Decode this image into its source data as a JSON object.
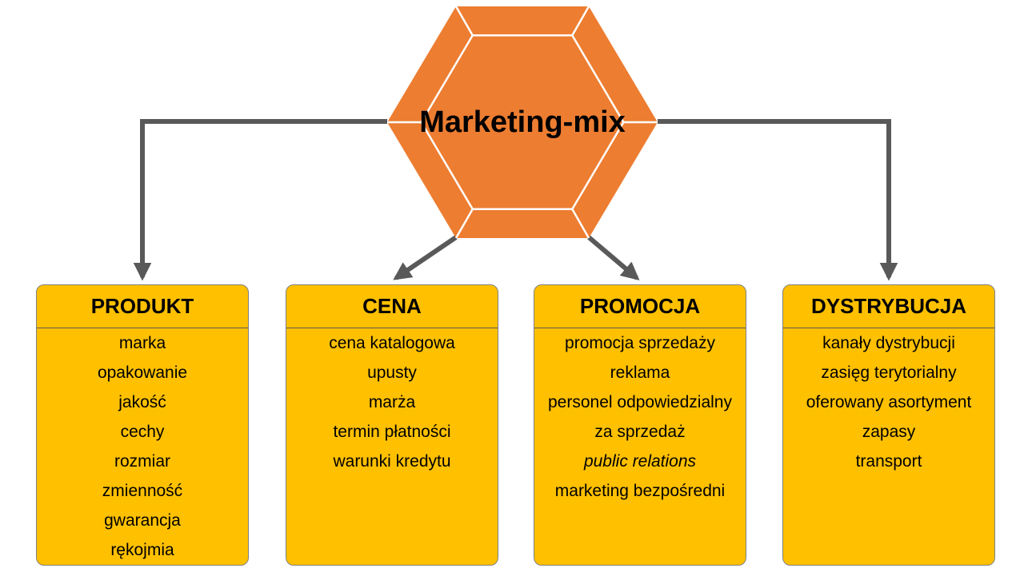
{
  "colors": {
    "hexagon_fill": "#ED7D31",
    "bevel_line": "#FFFFFF",
    "box_fill": "#FFC000",
    "box_border": "#808080",
    "separator_line": "#595959",
    "connector": "#595959",
    "text": "#000000"
  },
  "root": {
    "label": "Marketing-mix"
  },
  "categories": [
    {
      "header": "PRODUKT",
      "items": [
        {
          "text": "marka"
        },
        {
          "text": "opakowanie"
        },
        {
          "text": "jakość"
        },
        {
          "text": "cechy"
        },
        {
          "text": "rozmiar"
        },
        {
          "text": "zmienność"
        },
        {
          "text": "gwarancja"
        },
        {
          "text": "rękojmia"
        }
      ]
    },
    {
      "header": "CENA",
      "items": [
        {
          "text": "cena katalogowa"
        },
        {
          "text": "upusty"
        },
        {
          "text": "marża"
        },
        {
          "text": "termin płatności"
        },
        {
          "text": "warunki kredytu"
        }
      ]
    },
    {
      "header": "PROMOCJA",
      "items": [
        {
          "text": "promocja sprzedaży"
        },
        {
          "text": "reklama"
        },
        {
          "text": "personel odpowiedzialny"
        },
        {
          "text": "za sprzedaż"
        },
        {
          "text": "public relations",
          "italic": true
        },
        {
          "text": "marketing bezpośredni"
        }
      ]
    },
    {
      "header": "DYSTRYBUCJA",
      "items": [
        {
          "text": "kanały dystrybucji"
        },
        {
          "text": "zasięg terytorialny"
        },
        {
          "text": "oferowany asortyment"
        },
        {
          "text": "zapasy"
        },
        {
          "text": "transport"
        }
      ]
    }
  ],
  "connections": [
    {
      "from": "Marketing-mix",
      "to": "PRODUKT"
    },
    {
      "from": "Marketing-mix",
      "to": "CENA"
    },
    {
      "from": "Marketing-mix",
      "to": "PROMOCJA"
    },
    {
      "from": "Marketing-mix",
      "to": "DYSTRYBUCJA"
    }
  ]
}
